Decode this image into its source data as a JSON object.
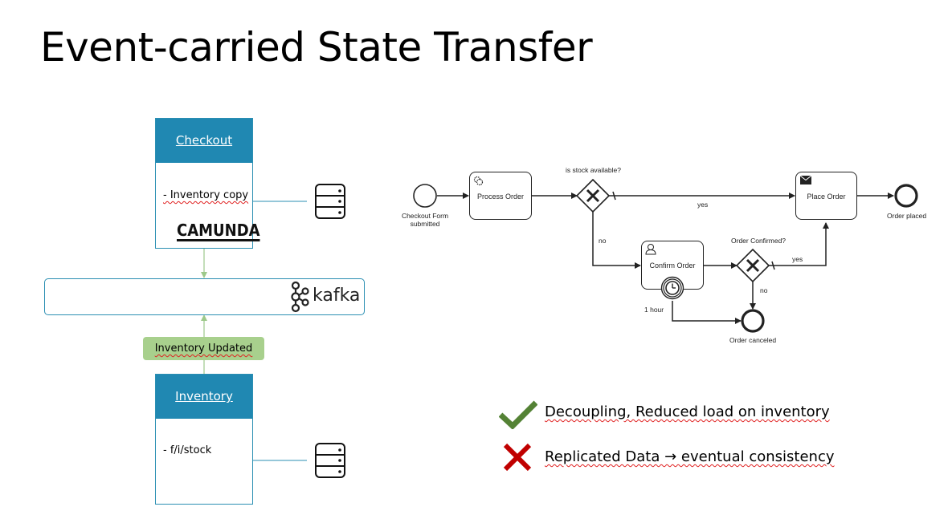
{
  "title": "Event-carried State Transfer",
  "checkout": {
    "header": "Checkout",
    "item": "- Inventory copy",
    "logo": "CAMUNDA"
  },
  "kafka": {
    "label": "kafka"
  },
  "event": {
    "label": "Inventory Updated"
  },
  "inventory": {
    "header": "Inventory",
    "item": "- f/i/stock"
  },
  "bpmn": {
    "start_label_1": "Checkout Form",
    "start_label_2": "submitted",
    "process_order": "Process Order",
    "gateway_question": "is stock available?",
    "yes_1": "yes",
    "no_1": "no",
    "place_order": "Place Order",
    "order_placed": "Order placed",
    "confirm_order": "Confirm Order",
    "order_confirmed_q": "Order Confirmed?",
    "yes_2": "yes",
    "no_2": "no",
    "timer_label": "1 hour",
    "order_canceled": "Order canceled"
  },
  "pros": "Decoupling, Reduced load on inventory",
  "cons": "Replicated Data → eventual consistency",
  "colors": {
    "service_header": "#2088b2",
    "event_tag": "#a8d08d",
    "check": "#548235",
    "cross": "#c00000",
    "arrow_green": "#9dc98a"
  }
}
